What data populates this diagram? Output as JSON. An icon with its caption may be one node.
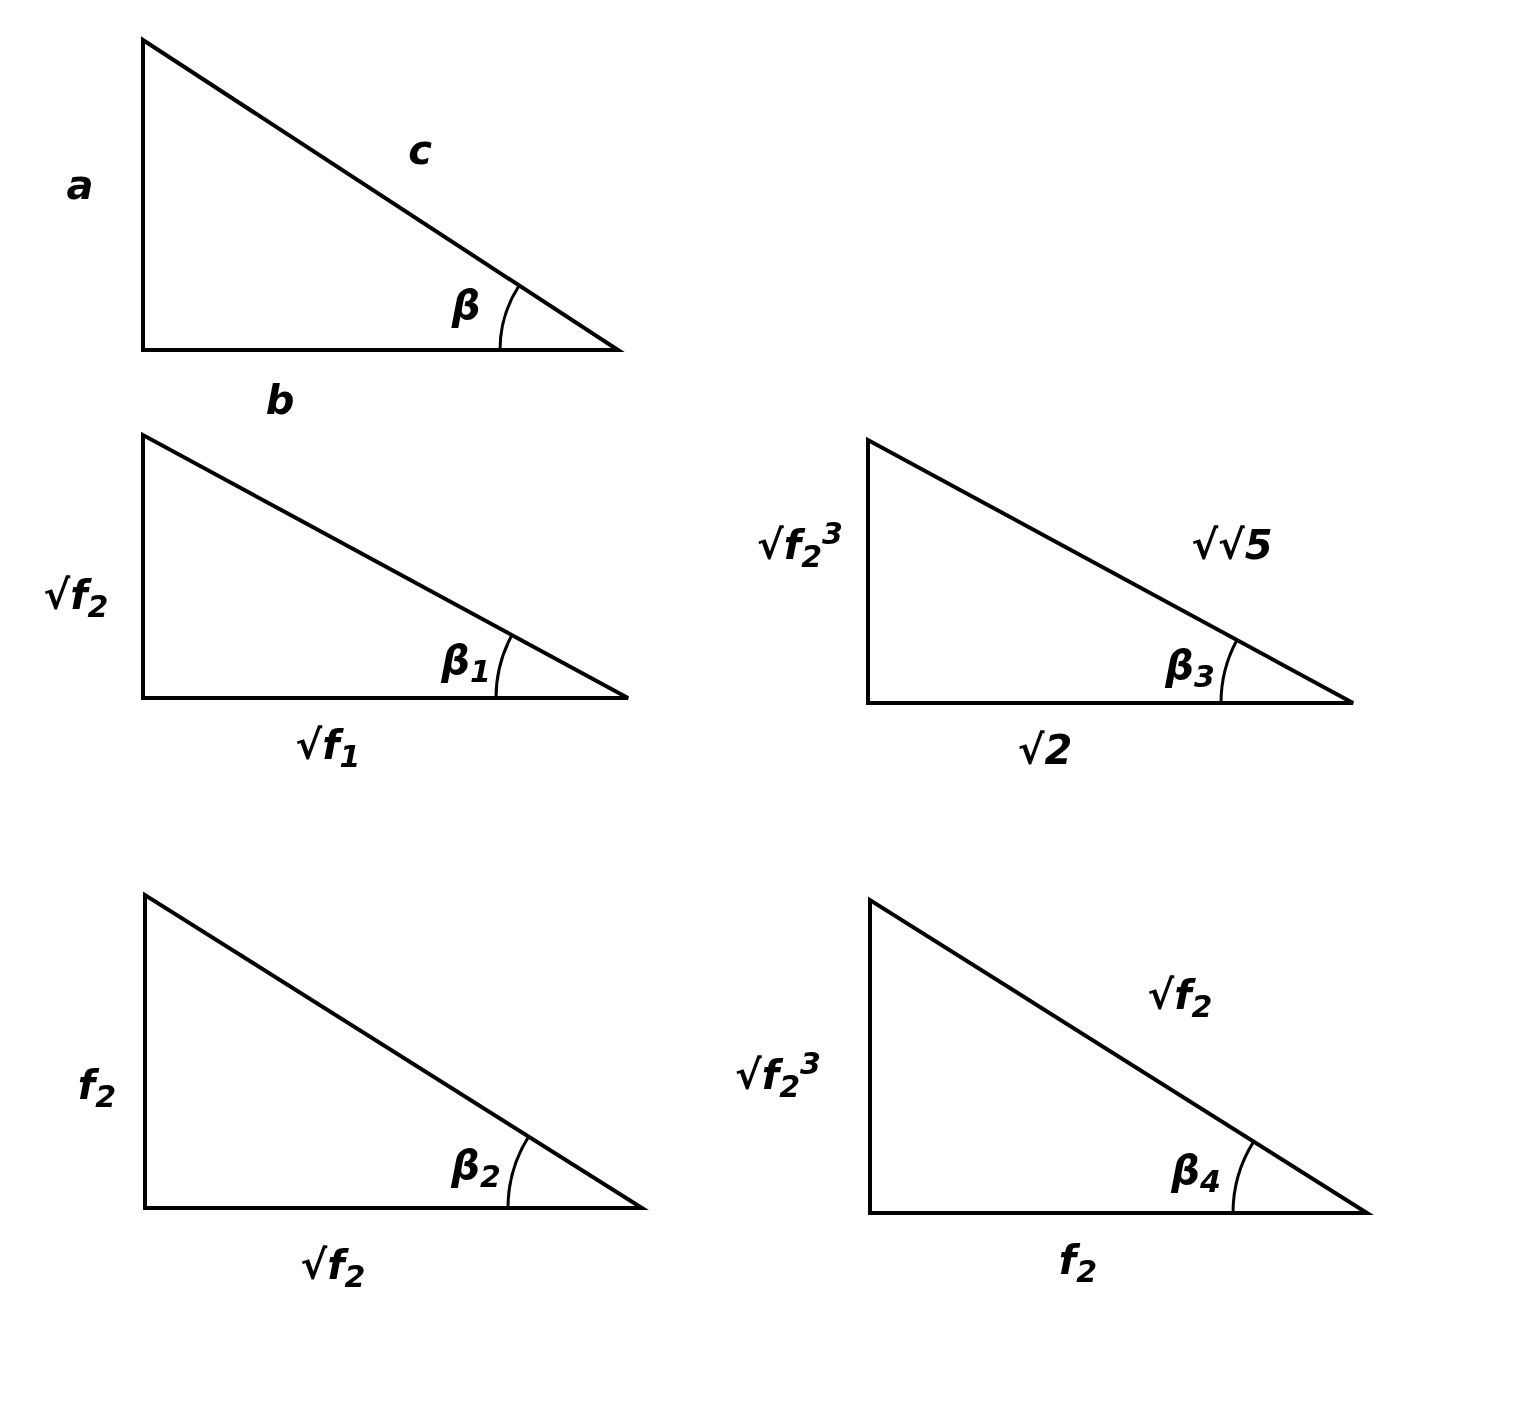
{
  "diagram": {
    "labels": [
      "c",
      "a",
      "β",
      "b",
      "√f$_{2}$$^{3}$",
      "√√5",
      "√f$_{2}$",
      "β$_{1}$",
      "β$_{3}$",
      "√f$_{1}$",
      "√2",
      "√f$_{2}$",
      "f$_{2}$",
      "√f$_{2}$$^{3}$",
      "β$_{2}$",
      "β$_{4}$",
      "√f$_{2}$",
      "f$_{2}$"
    ]
  }
}
